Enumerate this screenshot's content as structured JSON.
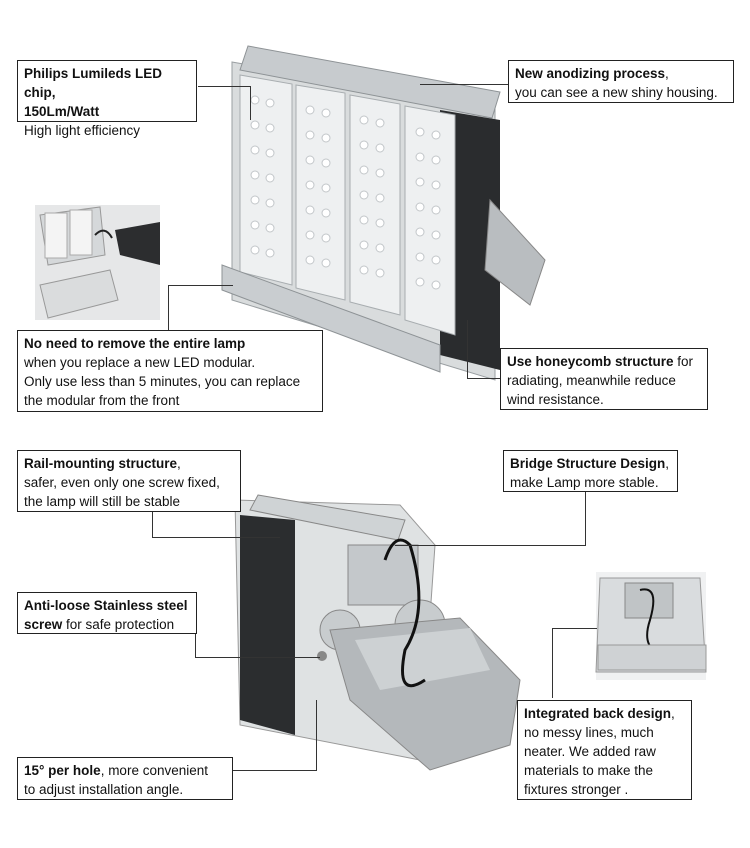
{
  "callouts": {
    "chip": {
      "bold": "Philips Lumileds LED chip,",
      "bold2": "150Lm/Watt",
      "text": "High light efficiency"
    },
    "anodizing": {
      "bold": "New anodizing process",
      "text1": ",",
      "text2": " you can see a new shiny housing."
    },
    "replace": {
      "bold": "No need to remove the entire lamp",
      "text1": " when you replace a new LED modular.",
      "text2": "Only use less than 5 minutes, you  can replace",
      "text3": "the modular from the front"
    },
    "honeycomb": {
      "bold": "Use honeycomb structure",
      "text1": " for",
      "text2": "radiating, meanwhile reduce",
      "text3": "wind resistance."
    },
    "rail": {
      "bold": "Rail-mounting structure",
      "text1": ",",
      "text2": "safer, even only one screw fixed,",
      "text3": "the lamp will still be stable"
    },
    "bridge": {
      "bold": "Bridge Structure Design",
      "text1": ",",
      "text2": " make Lamp more stable."
    },
    "screw": {
      "bold": "Anti-loose Stainless steel",
      "bold2": "screw",
      "text": " for safe protection"
    },
    "backdesign": {
      "bold": "Integrated back design",
      "text1": ",",
      "text2": "no messy lines, much",
      "text3": "neater. We added raw",
      "text4": "materials to make the",
      "text5": "fixtures stronger ."
    },
    "angle": {
      "bold": "15°  per hole",
      "text1": ", more convenient",
      "text2": " to adjust installation angle."
    }
  }
}
